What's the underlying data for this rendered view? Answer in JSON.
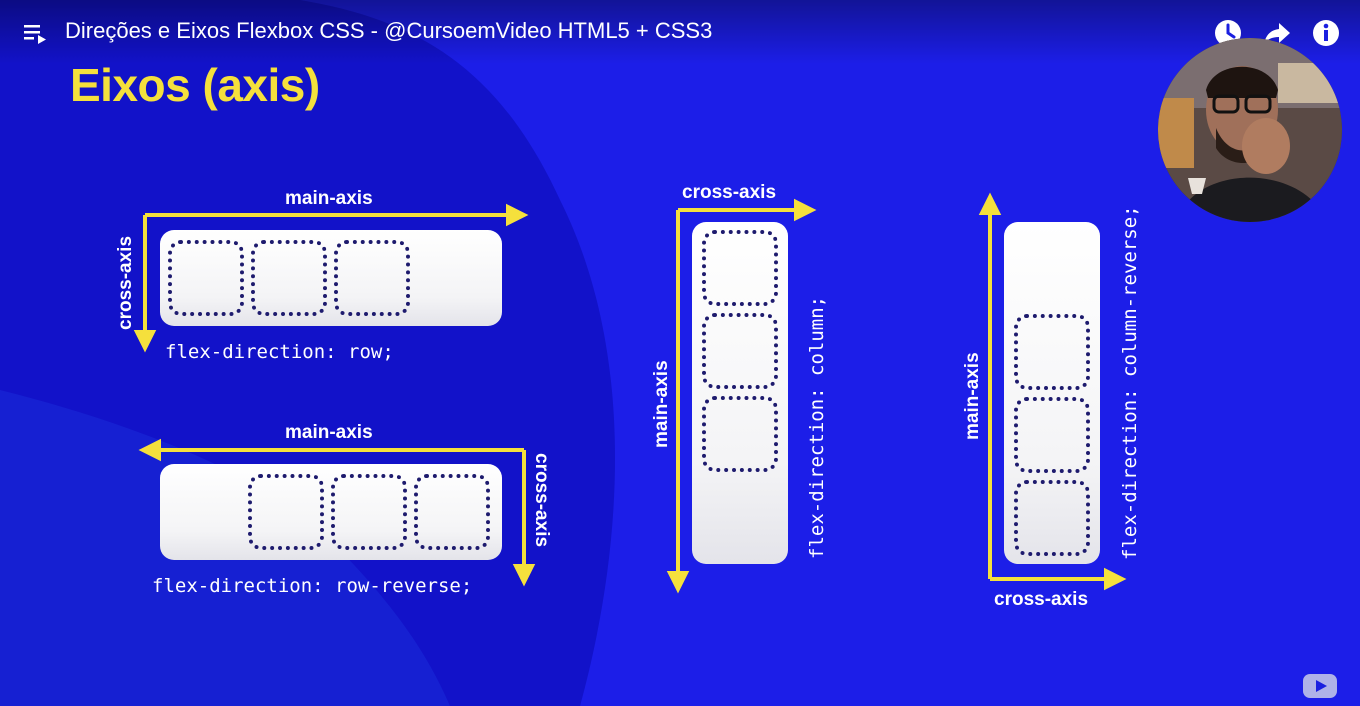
{
  "header": {
    "video_title": "Direções e Eixos Flexbox CSS - @CursoemVideo HTML5 + CSS3",
    "icons": [
      "playlist-icon",
      "watch-later-icon",
      "share-icon",
      "info-icon"
    ]
  },
  "slide": {
    "title": "Eixos (axis)",
    "row": {
      "main_axis": "main-axis",
      "cross_axis": "cross-axis",
      "code": "flex-direction: row;"
    },
    "row_reverse": {
      "main_axis": "main-axis",
      "cross_axis": "cross-axis",
      "code": "flex-direction: row-reverse;"
    },
    "column": {
      "cross_axis": "cross-axis",
      "main_axis": "main-axis",
      "code": "flex-direction: column;"
    },
    "column_reverse": {
      "main_axis": "main-axis",
      "cross_axis": "cross-axis",
      "code": "flex-direction: column-reverse;"
    }
  },
  "colors": {
    "background": "#1a1fe0",
    "accent_yellow": "#f5e03c",
    "item_border": "#1e1b6e"
  },
  "overlay": {
    "avatar": "presenter-webcam",
    "logo": "youtube-logo-icon"
  }
}
